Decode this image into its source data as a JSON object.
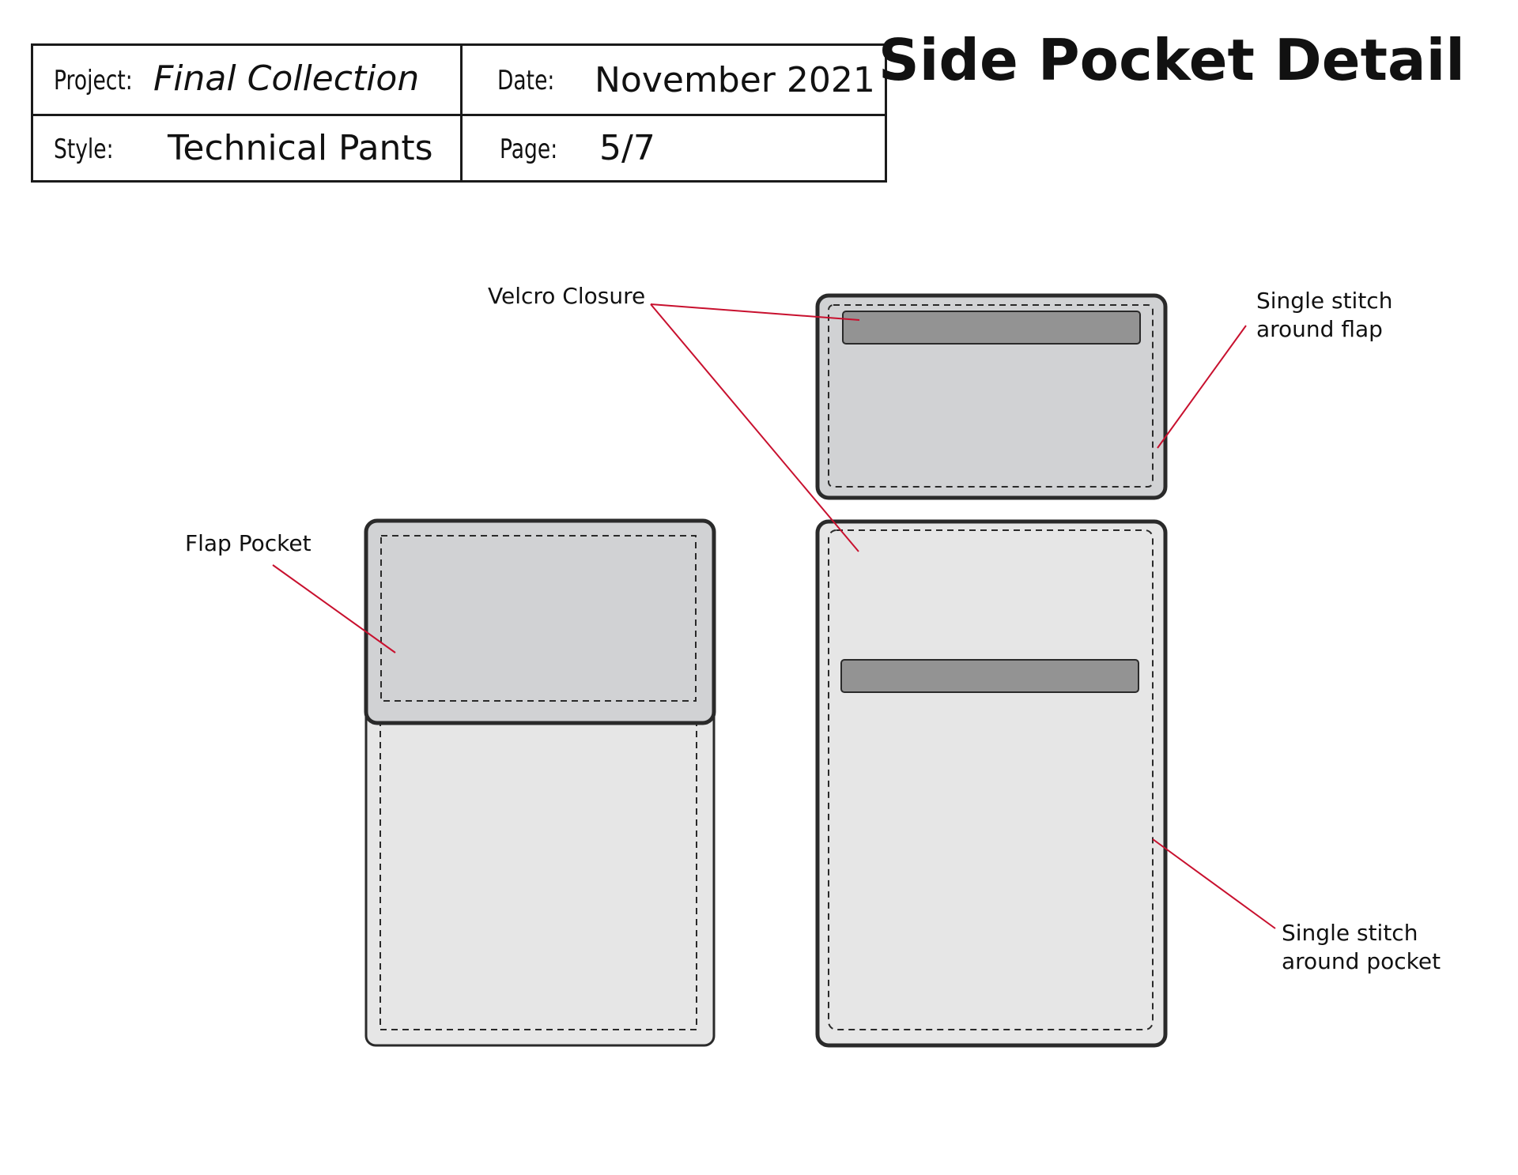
{
  "title": "Side Pocket Detail",
  "info": {
    "project_label": "Project:",
    "project_value": "Final Collection",
    "date_label": "Date:",
    "date_value": "November 2021",
    "style_label": "Style:",
    "style_value": "Technical Pants",
    "page_label": "Page:",
    "page_value": "5/7"
  },
  "callouts": {
    "flap_pocket": "Flap Pocket",
    "velcro_closure": "Velcro Closure",
    "stitch_flap_line1": "Single stitch",
    "stitch_flap_line2": "around flap",
    "stitch_pocket_line1": "Single stitch",
    "stitch_pocket_line2": "around pocket"
  },
  "colors": {
    "outline": "#2a2a2a",
    "flap_fill": "#d1d2d4",
    "pocket_fill": "#e6e6e6",
    "velcro_fill": "#939393",
    "leader": "#c8102e"
  }
}
